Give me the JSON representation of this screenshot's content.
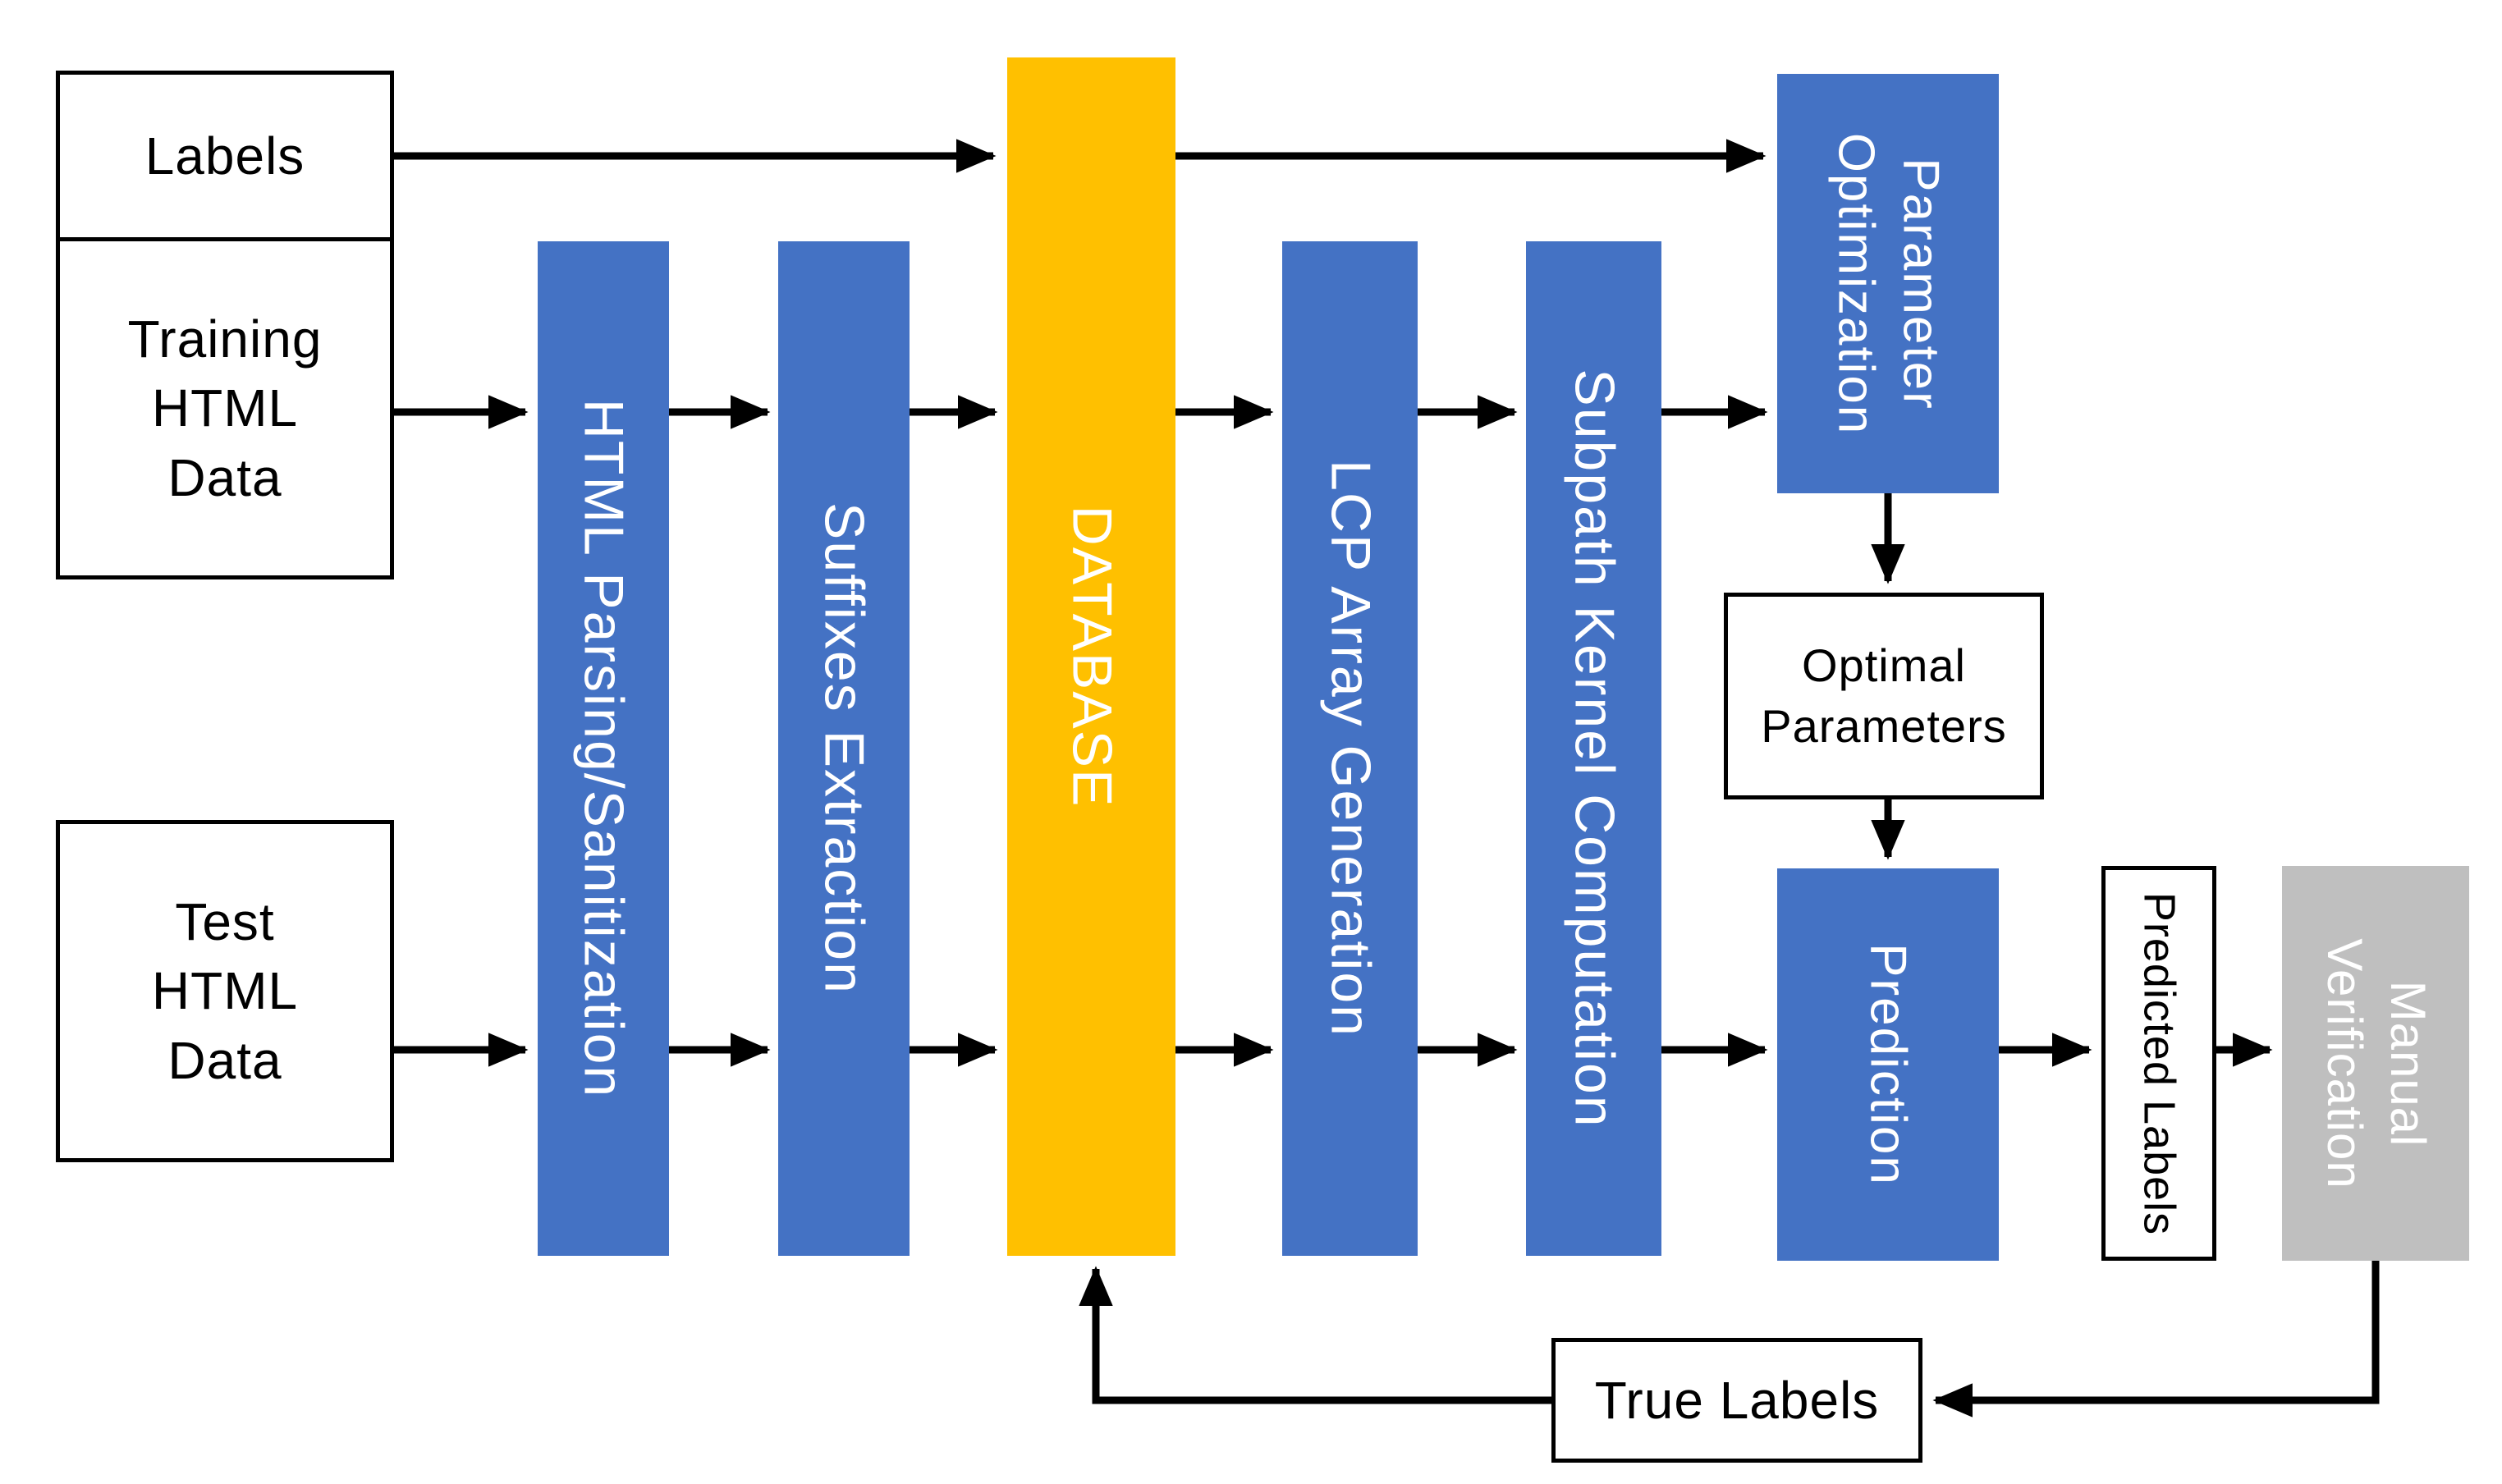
{
  "diagram_title": "HTML classification pipeline flowchart",
  "colors": {
    "process_blue": "#4472C4",
    "database_yellow": "#FFC000",
    "manual_gray": "#BFBFBF",
    "arrow_black": "#000000",
    "box_white": "#FFFFFF"
  },
  "nodes": {
    "labels": "Labels",
    "training_html_data": "Training\nHTML\nData",
    "test_html_data": "Test\nHTML\nData",
    "html_parsing": "HTML Parsing/Sanitization",
    "suffixes_extraction": "Suffixes Extraction",
    "database": "DATABASE",
    "lcp_array_generation": "LCP Array Generation",
    "subpath_kernel_computation": "Subpath Kernel Computation",
    "parameter_optimization": "Parameter\nOptimization",
    "optimal_parameters": "Optimal\nParameters",
    "prediction": "Prediction",
    "predicted_labels": "Predicted Labels",
    "manual_verification": "Manual\nVerification",
    "true_labels": "True Labels"
  }
}
